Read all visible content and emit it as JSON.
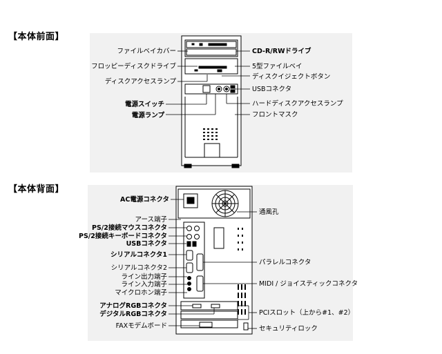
{
  "front": {
    "heading": "【本体前面】",
    "left_labels": [
      "ファイルベイカバー",
      "フロッピーディスクドライブ",
      "ディスクアクセスランプ",
      "電源スイッチ",
      "電源ランプ"
    ],
    "right_labels": [
      "CD-R/RWドライブ",
      "5型ファイルベイ",
      "ディスクイジェクトボタン",
      "USBコネクタ",
      "ハードディスクアクセスランプ",
      "フロントマスク"
    ]
  },
  "back": {
    "heading": "【本体背面】",
    "left_labels": [
      "AC電源コネクタ",
      "アース端子",
      "PS/2接続マウスコネクタ",
      "PS/2接続キーボードコネクタ",
      "USBコネクタ",
      "シリアルコネクタ1",
      "シリアルコネクタ2",
      "ライン出力端子",
      "ライン入力端子",
      "マイクロホン端子",
      "アナログRGBコネクタ",
      "デジタルRGBコネクタ",
      "FAXモデムボード"
    ],
    "right_labels": [
      "通風孔",
      "パラレルコネクタ",
      "MIDI / ジョイスティックコネクタ",
      "PCIスロット（上から#1、#2）",
      "セキュリティロック"
    ]
  }
}
